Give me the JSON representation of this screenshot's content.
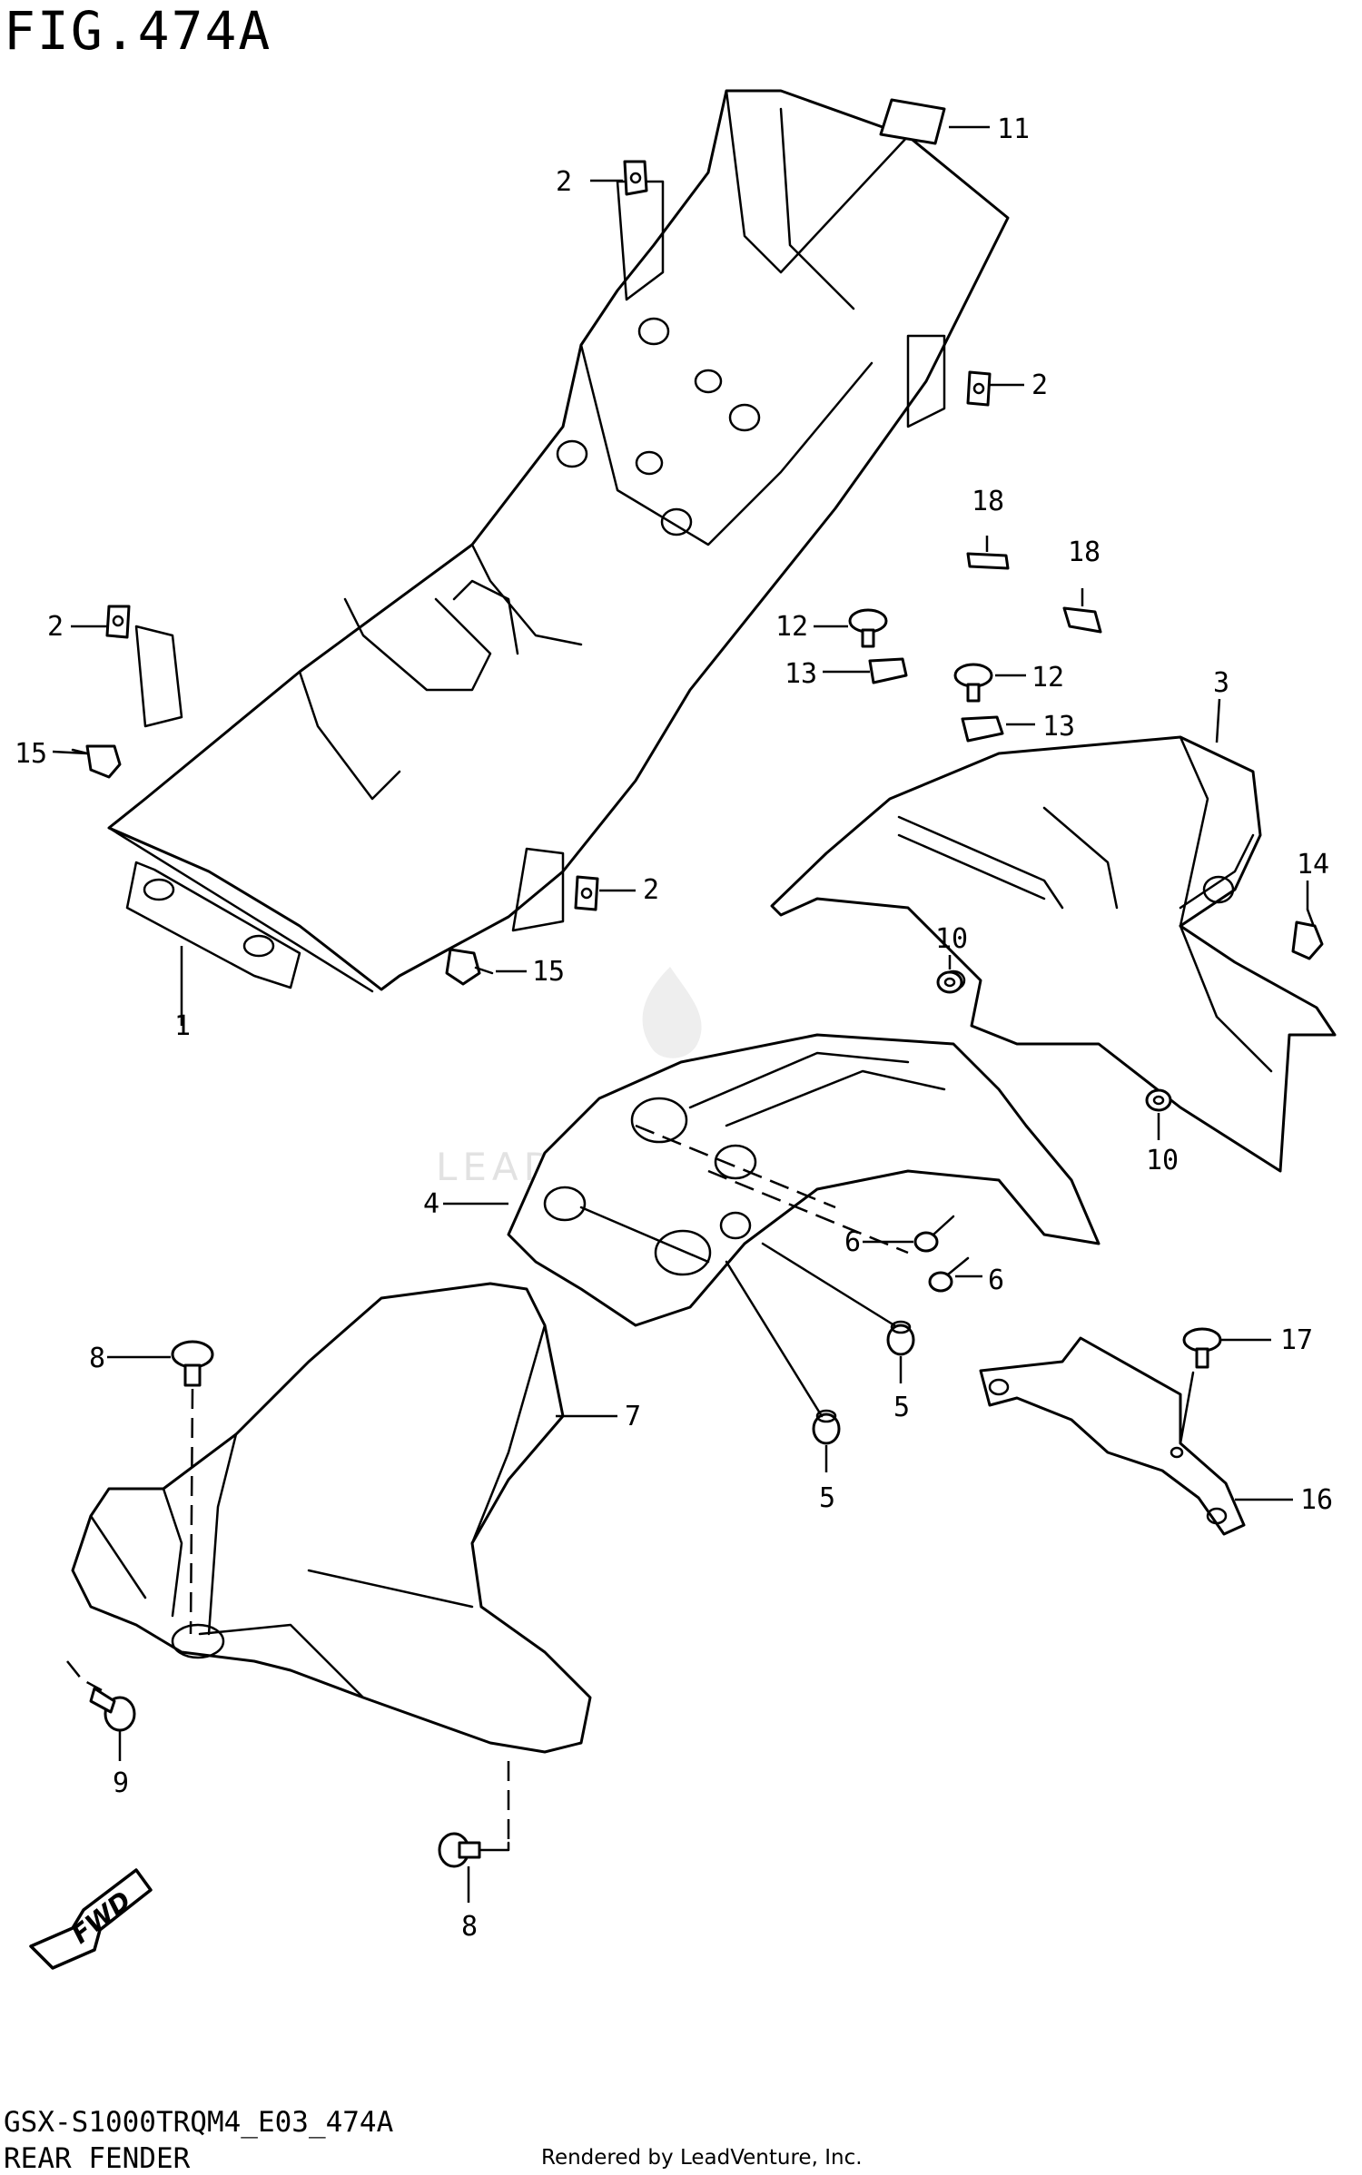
{
  "figure": {
    "title": "FIG.474A"
  },
  "footer": {
    "model_code": "GSX-S1000TRQM4_E03_474A",
    "section_name": "REAR FENDER",
    "credit": "Rendered by LeadVenture, Inc."
  },
  "watermark": {
    "text": "LEADVENTURE"
  },
  "fwd_label": "FWD",
  "callouts": {
    "c1": "1",
    "c2a": "2",
    "c2b": "2",
    "c2c": "2",
    "c2d": "2",
    "c3": "3",
    "c4": "4",
    "c5a": "5",
    "c5b": "5",
    "c6a": "6",
    "c6b": "6",
    "c7": "7",
    "c8a": "8",
    "c8b": "8",
    "c9": "9",
    "c10a": "10",
    "c10b": "10",
    "c11": "11",
    "c12a": "12",
    "c12b": "12",
    "c13a": "13",
    "c13b": "13",
    "c14": "14",
    "c15a": "15",
    "c15b": "15",
    "c16": "16",
    "c17": "17",
    "c18a": "18",
    "c18b": "18"
  }
}
